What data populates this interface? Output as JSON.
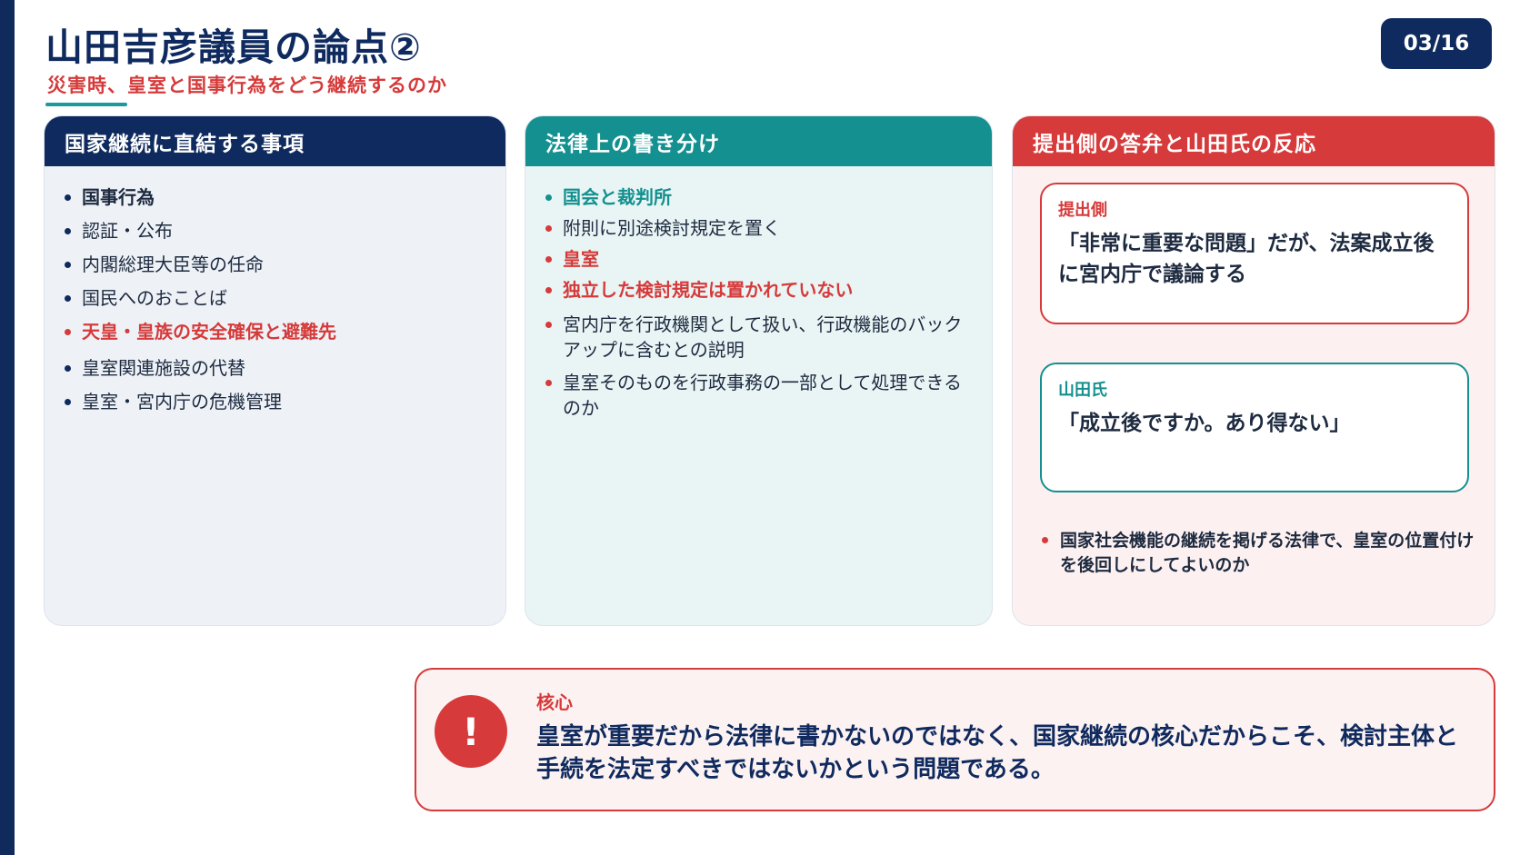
{
  "header": {
    "title": "山田吉彦議員の論点②",
    "subtitle": "災害時、皇室と国事行為をどう継続するのか",
    "page_indicator": "03/16"
  },
  "card1": {
    "heading": "国家継続に直結する事項",
    "items": [
      "国事行為",
      "認証・公布",
      "内閣総理大臣等の任命",
      "国民へのおことば",
      "天皇・皇族の安全確保と避難先",
      "皇室関連施設の代替",
      "皇室・宮内庁の危機管理"
    ]
  },
  "card2": {
    "heading": "法律上の書き分け",
    "items": [
      "国会と裁判所",
      "附則に別途検討規定を置く",
      "皇室",
      "独立した検討規定は置かれていない",
      "宮内庁を行政機関として扱い、行政機能のバックアップに含むとの説明",
      "皇室そのものを行政事務の一部として処理できるのか"
    ]
  },
  "card3": {
    "heading": "提出側の答弁と山田氏の反応",
    "submitter": {
      "label": "提出側",
      "quote": "「非常に重要な問題」だが、法案成立後に宮内庁で議論する"
    },
    "yamada": {
      "label": "山田氏",
      "quote": "「成立後ですか。あり得ない」"
    },
    "note": "国家社会機能の継続を掲げる法律で、皇室の位置付けを後回しにしてよいのか"
  },
  "core": {
    "icon_symbol": "!",
    "label": "核心",
    "text": "皇室が重要だから法律に書かないのではなく、国家継続の核心だからこそ、検討主体と手続を法定すべきではないかという問題である。"
  },
  "colors": {
    "navy": "#0f2a5e",
    "teal": "#13908f",
    "red": "#d63a3a"
  },
  "icons": [
    "exclamation-icon"
  ]
}
